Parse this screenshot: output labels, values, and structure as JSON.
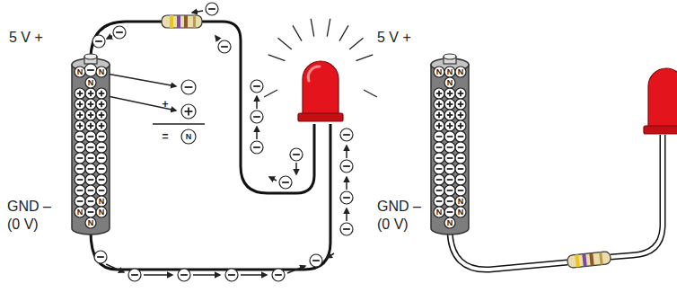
{
  "diagram": {
    "labels": [
      "5 V +",
      "GND –",
      "(0 V)",
      "+",
      "=",
      "N",
      "N",
      "N",
      "N",
      "N",
      "N",
      "N",
      "N",
      "5 V +",
      "GND –",
      "(0 V)",
      "N",
      "N",
      "N",
      "N",
      "N",
      "N",
      "N",
      "N"
    ]
  }
}
